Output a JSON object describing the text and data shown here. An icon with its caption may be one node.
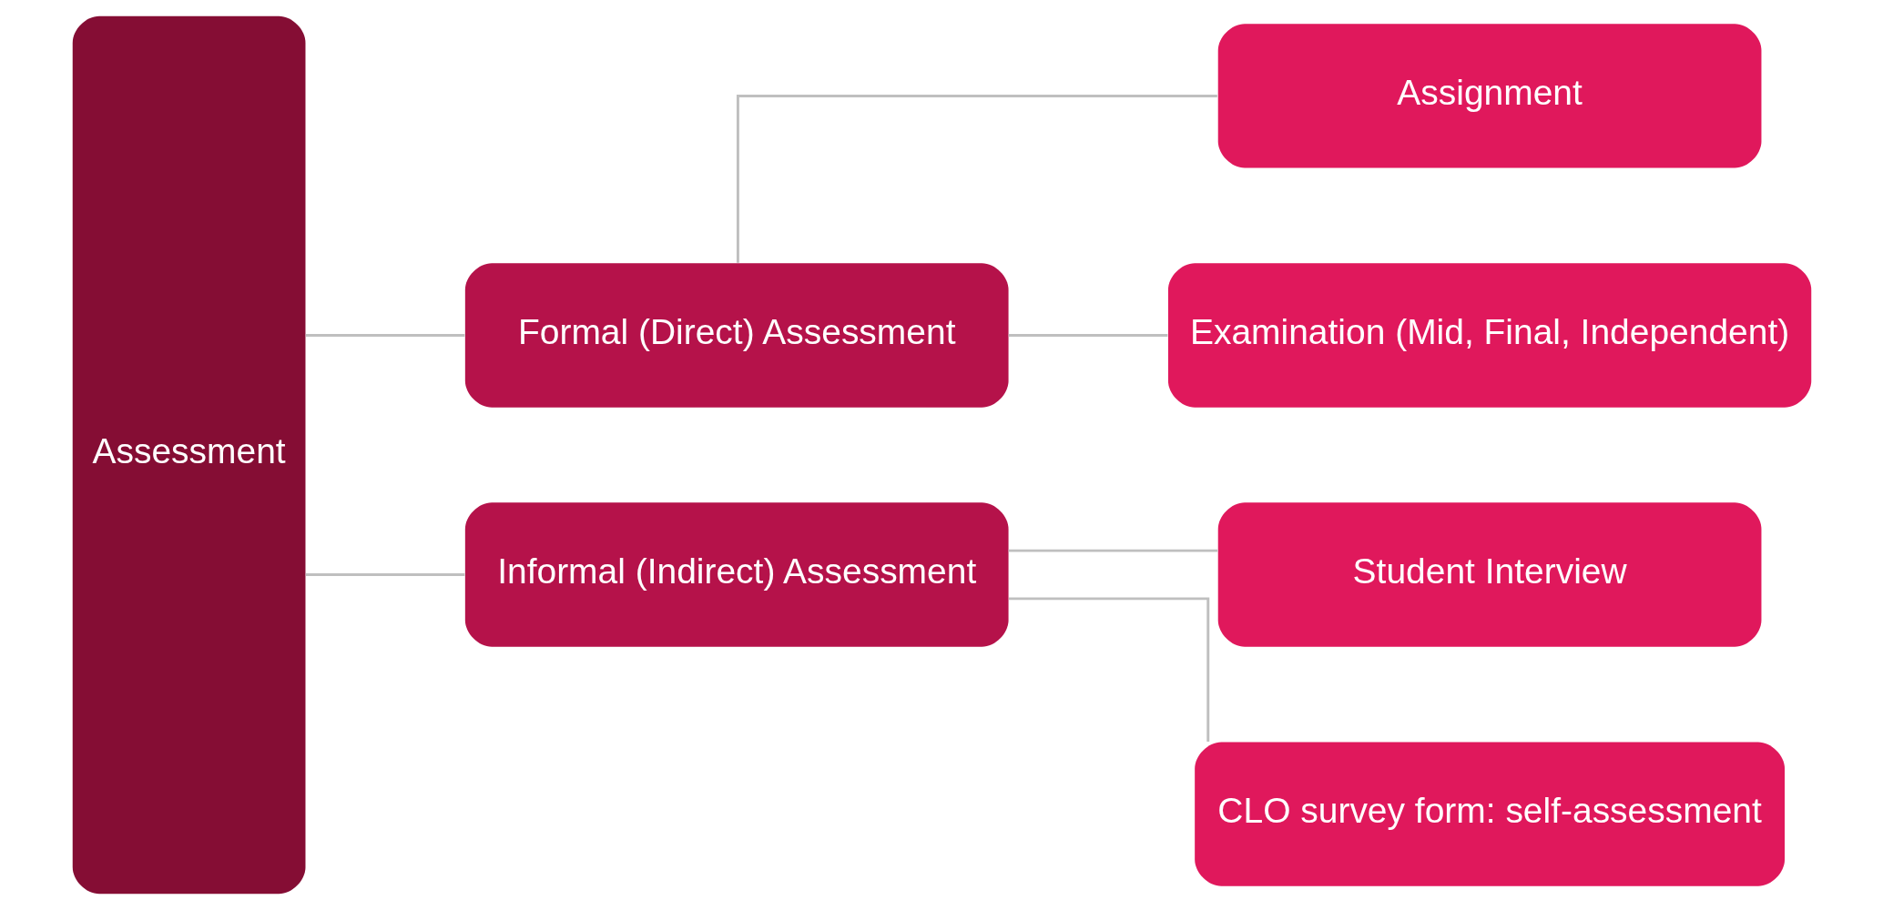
{
  "diagram": {
    "nodes": [
      {
        "text": [
          "Assessment"
        ]
      },
      {
        "text": [
          "Formal (Direct) Assessment"
        ]
      },
      {
        "text": [
          "Informal (Indirect) Assessment"
        ]
      },
      {
        "text": [
          "Assignment"
        ]
      },
      {
        "text": [
          "Examination (Mid, Final, Independent)"
        ]
      },
      {
        "text": [
          "Student Interview"
        ]
      },
      {
        "text": [
          "CLO survey form: self-assessment"
        ]
      }
    ],
    "edges": [
      {
        "from": 0,
        "to": 1,
        "arrow": "none"
      },
      {
        "from": 0,
        "to": 2,
        "arrow": "none"
      },
      {
        "from": 1,
        "to": 3,
        "arrow": "none"
      },
      {
        "from": 1,
        "to": 4,
        "arrow": "none"
      },
      {
        "from": 2,
        "to": 5,
        "arrow": "none"
      },
      {
        "from": 2,
        "to": 6,
        "arrow": "none"
      }
    ]
  }
}
